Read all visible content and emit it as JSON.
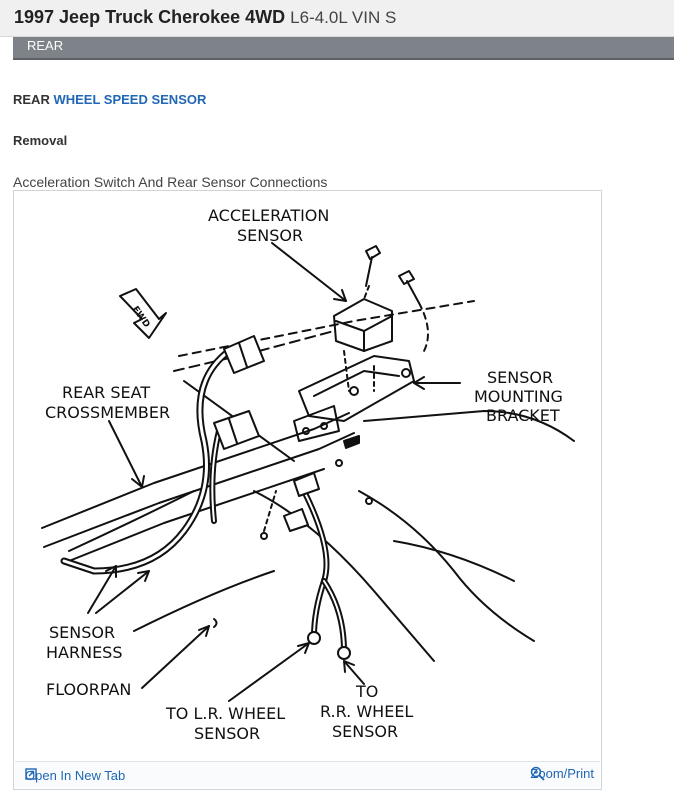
{
  "header": {
    "title": "1997 Jeep Truck Cherokee 4WD",
    "subtitle": "L6-4.0L VIN S"
  },
  "section": {
    "label": "REAR"
  },
  "content": {
    "heading_prefix": "REAR",
    "heading_link": "WHEEL SPEED SENSOR",
    "subheading": "Removal",
    "figure_caption": "Acceleration Switch And Rear Sensor Connections"
  },
  "figure": {
    "labels": {
      "accel_1": "ACCELERATION",
      "accel_2": "SENSOR",
      "fwd": "FWD",
      "sensor_1": "SENSOR",
      "sensor_2": "MOUNTING",
      "sensor_3": "BRACKET",
      "seat_1": "REAR SEAT",
      "seat_2": "CROSSMEMBER",
      "harness_1": "SENSOR",
      "harness_2": "HARNESS",
      "floorpan": "FLOORPAN",
      "lr_1": "TO L.R. WHEEL",
      "lr_2": "SENSOR",
      "rr_1": "TO",
      "rr_2": "R.R. WHEEL",
      "rr_3": "SENSOR"
    },
    "open_tab": "Open In New Tab",
    "zoom": "Zoom/Print"
  },
  "colors": {
    "link": "#2067b5",
    "section_bar": "#7d8389"
  },
  "icons": {
    "open_tab": "open-in-new-tab-icon",
    "zoom": "zoom-in-icon"
  }
}
